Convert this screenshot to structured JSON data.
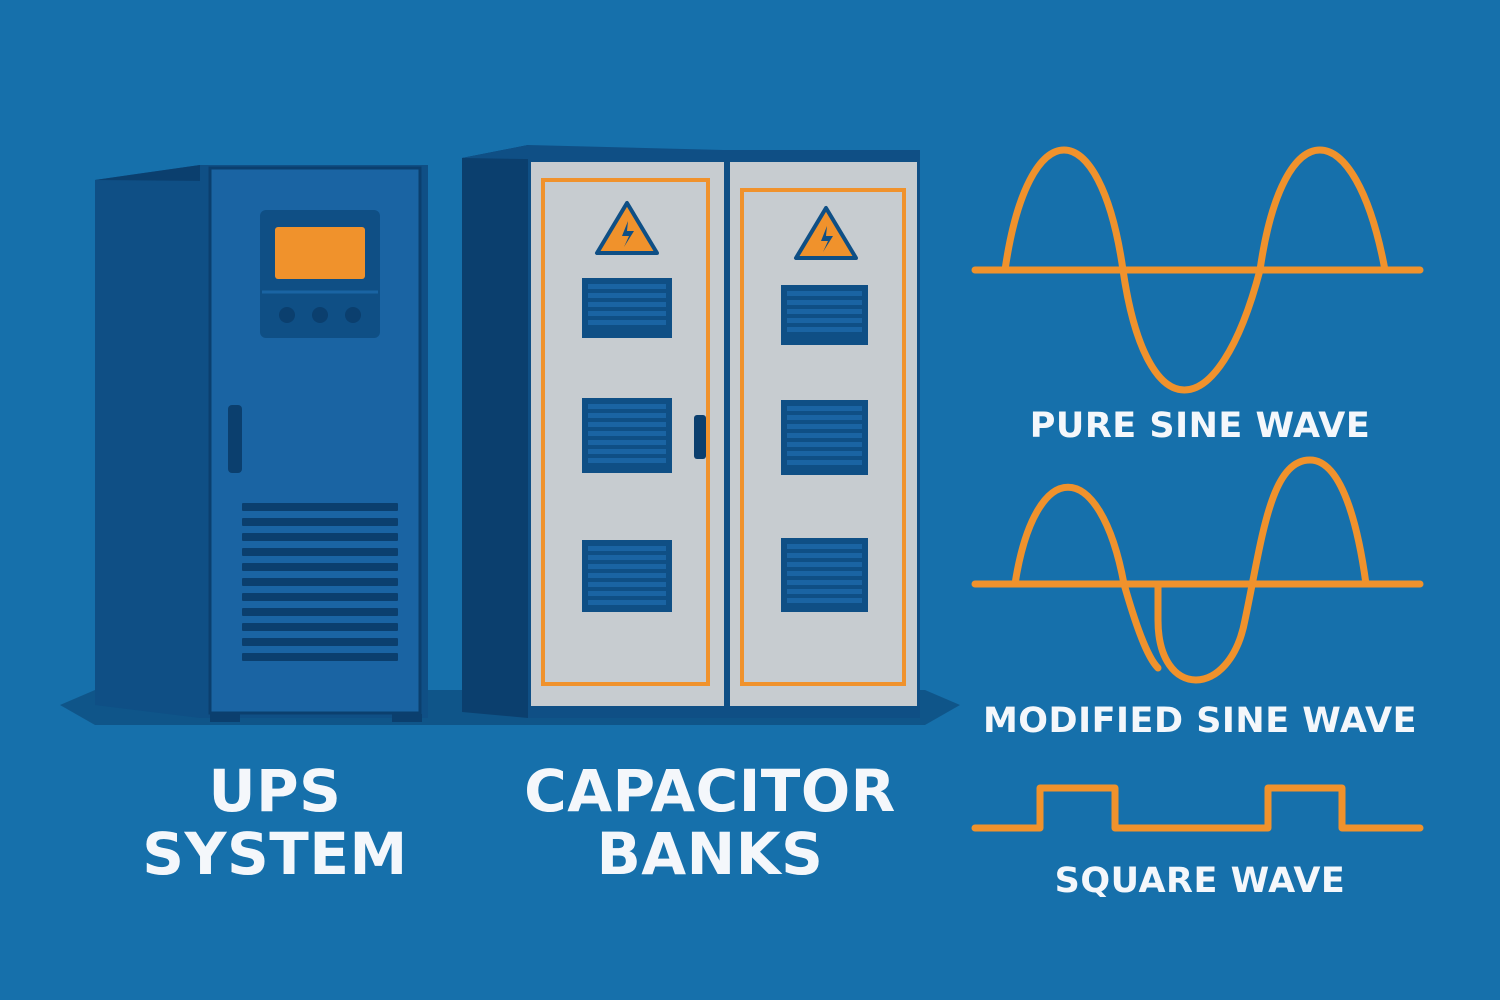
{
  "colors": {
    "background": "#1670ab",
    "cabinet_dark": "#0f4f85",
    "cabinet_shadow": "#0b3f6e",
    "cabinet_front": "#1a64a3",
    "panel_light": "#c7ccd0",
    "accent_orange": "#f0922c",
    "label_text": "#f4f7fb"
  },
  "equipment": {
    "ups": {
      "line1": "UPS",
      "line2": "SYSTEM",
      "icons": [
        "display-screen",
        "control-buttons",
        "door-handle",
        "vent-grille"
      ]
    },
    "capacitor": {
      "line1": "CAPACITOR",
      "line2": "BANKS",
      "icons": [
        "high-voltage-warning-icon",
        "vent-grille",
        "door-handle"
      ]
    }
  },
  "waveforms": [
    {
      "label": "PURE SINE WAVE",
      "kind": "sine"
    },
    {
      "label": "MODIFIED SINE WAVE",
      "kind": "modified-sine"
    },
    {
      "label": "SQUARE WAVE",
      "kind": "square"
    }
  ]
}
